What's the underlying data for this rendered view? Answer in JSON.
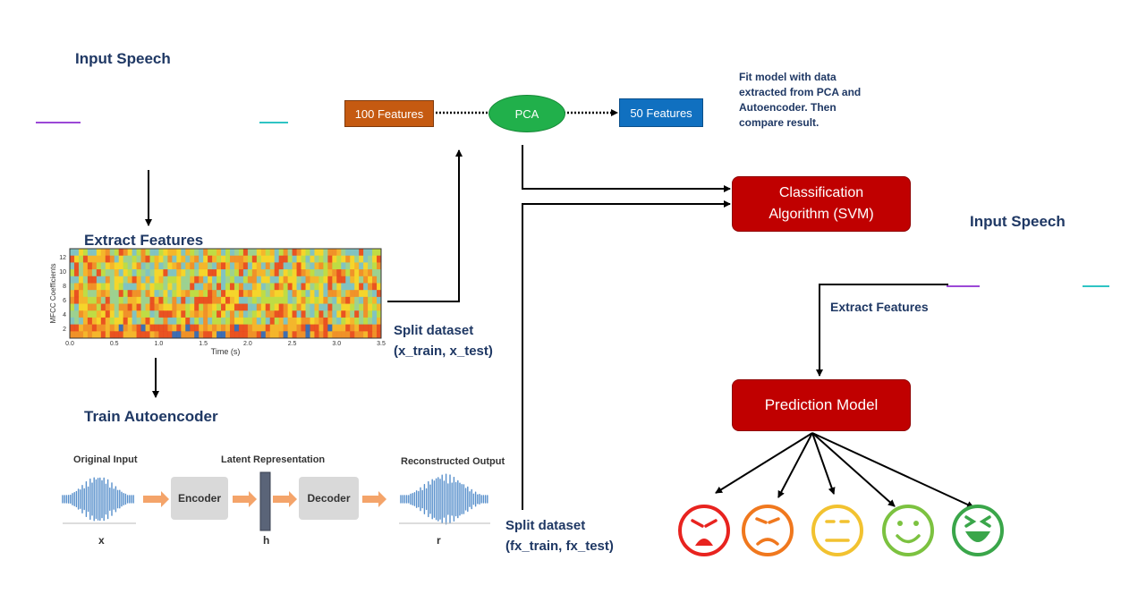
{
  "input_speech_left": "Input Speech",
  "extract_features": "Extract Features",
  "train_autoencoder": "Train Autoencoder",
  "spectrogram": {
    "ylabel": "MFCC Coefficients",
    "xlabel": "Time (s)",
    "xticks": [
      "0.0",
      "0.5",
      "1.0",
      "1.5",
      "2.0",
      "2.5",
      "3.0",
      "3.5"
    ],
    "yticks": [
      "2",
      "4",
      "6",
      "8",
      "10",
      "12"
    ]
  },
  "pca_row": {
    "left_box": "100 Features",
    "ellipse": "PCA",
    "right_box": "50 Features"
  },
  "fit_note": [
    "Fit model with data",
    "extracted from PCA and",
    "Autoencoder. Then",
    "compare result."
  ],
  "classification": [
    "Classification",
    "Algorithm (SVM)"
  ],
  "split1": [
    "Split dataset",
    "(x_train, x_test)"
  ],
  "split2": [
    "Split dataset",
    "(fx_train, fx_test)"
  ],
  "input_speech_right": "Input Speech",
  "extract_features_right": "Extract Features",
  "prediction_model": "Prediction Model",
  "autoencoder": {
    "original_input": "Original Input",
    "latent": "Latent Representation",
    "reconstructed": "Reconstructed Output",
    "encoder": "Encoder",
    "decoder": "Decoder",
    "x": "x",
    "h": "h",
    "r": "r"
  },
  "emotion_icons": [
    "angry-face-icon",
    "sad-face-icon",
    "neutral-face-icon",
    "smiling-face-icon",
    "laughing-face-icon"
  ],
  "emotion_colors": [
    "#e8231f",
    "#f0781e",
    "#f2c230",
    "#7cc240",
    "#3aa64a"
  ]
}
